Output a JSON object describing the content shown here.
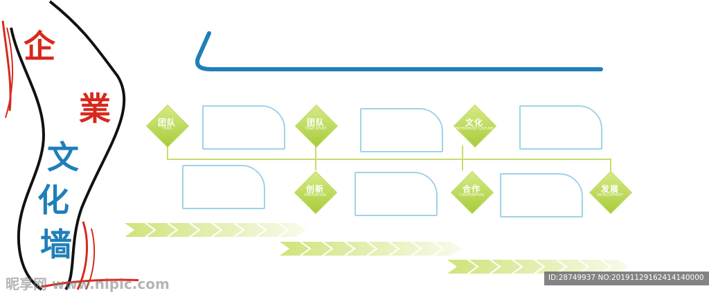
{
  "wall_title": [
    "企",
    "業",
    "文",
    "化",
    "墙"
  ],
  "colors": {
    "red": "#d8281c",
    "blue": "#1f7fb8",
    "green": "#a9cb3a",
    "box_border": "#9fd3e6",
    "connector": "#c6dc6c"
  },
  "nodes": [
    {
      "title": "团队",
      "sub": "TEAM"
    },
    {
      "title": "团队",
      "sub": "TEAM SPIRIT"
    },
    {
      "title": "文化",
      "sub": "ENTERPRISE CULTURE"
    },
    {
      "title": "创新",
      "sub": "INNOVATION"
    },
    {
      "title": "合作",
      "sub": "COOPERATION"
    },
    {
      "title": "发展",
      "sub": "DEVELOPMENT"
    }
  ],
  "footer": {
    "watermark": "昵享网 www.nipic.com",
    "id_text": "ID:28749937 NO:20191129162414140000"
  }
}
